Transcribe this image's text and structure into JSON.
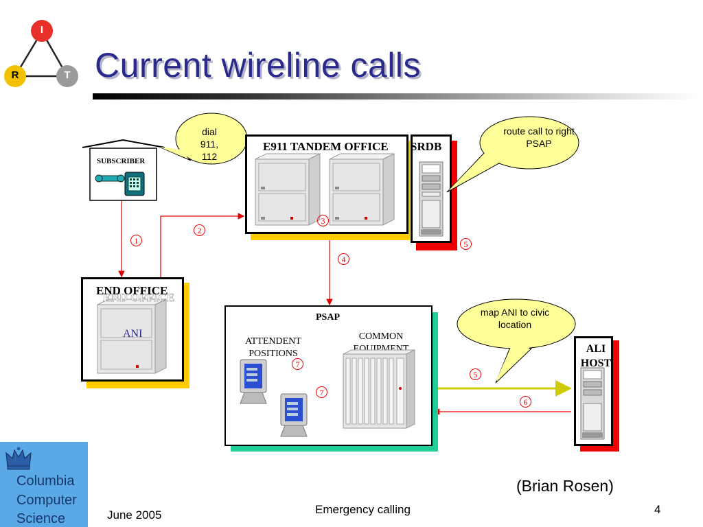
{
  "logo": {
    "top_letter": "I",
    "left_letter": "R",
    "right_letter": "T",
    "colors": {
      "i": "#e8302a",
      "r": "#f2c200",
      "t": "#9a9a9a"
    }
  },
  "title": "Current wireline calls",
  "diagram": {
    "subscriber": "SUBSCRIBER",
    "tandem": "E911 TANDEM  OFFICE",
    "srdb": "SRDB",
    "end_office": "END  OFFICE",
    "end_office_echo": "END OFFICE",
    "ani": "ANI",
    "psap": "PSAP",
    "attendent": "ATTENDENT POSITIONS",
    "common": "COMMON EQUIPMENT",
    "ali": "ALI HOST",
    "callout_dial": "dial 911, 112",
    "callout_route": "route call to right PSAP",
    "callout_map": "map ANI to civic location",
    "steps": {
      "s1": "1",
      "s2": "2",
      "s3": "3",
      "s4": "4",
      "s5a": "5",
      "s5b": "5",
      "s6": "6",
      "s7a": "7",
      "s7b": "7"
    }
  },
  "sidebar_logo": {
    "line1": "Columbia",
    "line2": "Computer",
    "line3": "Science",
    "bg": "#5aa9e6"
  },
  "credit": "(Brian Rosen)",
  "footer": {
    "date": "June 2005",
    "center": "Emergency calling",
    "page": "4"
  },
  "colors": {
    "title": "#2a2a8c",
    "arrow": "#e00000",
    "yellow_line": "#cccc00",
    "callout": "#ffff99"
  }
}
